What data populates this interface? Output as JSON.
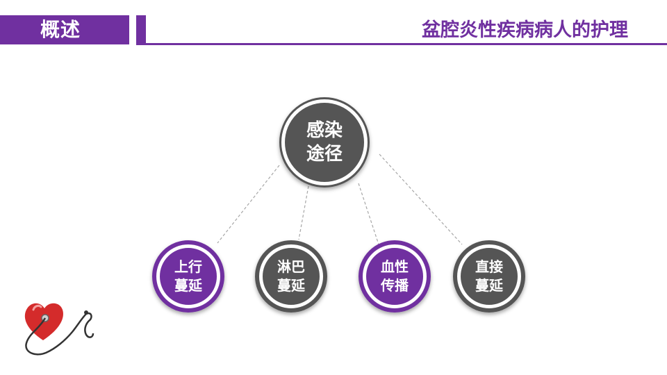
{
  "header": {
    "title": "概述",
    "section_title": "盆腔炎性疾病病人的护理"
  },
  "diagram": {
    "center": {
      "label": "感染\n途径",
      "color": "#555555"
    },
    "branches": [
      {
        "label": "上行\n蔓延",
        "color": "#7030a0"
      },
      {
        "label": "淋巴\n蔓延",
        "color": "#555555"
      },
      {
        "label": "血性\n传播",
        "color": "#7030a0"
      },
      {
        "label": "直接\n蔓延",
        "color": "#555555"
      }
    ]
  },
  "colors": {
    "accent": "#7030a0",
    "dark_gray": "#555555",
    "heart_red": "#d42b2b"
  },
  "icons": {
    "decoration": "heart-stethoscope-icon"
  }
}
